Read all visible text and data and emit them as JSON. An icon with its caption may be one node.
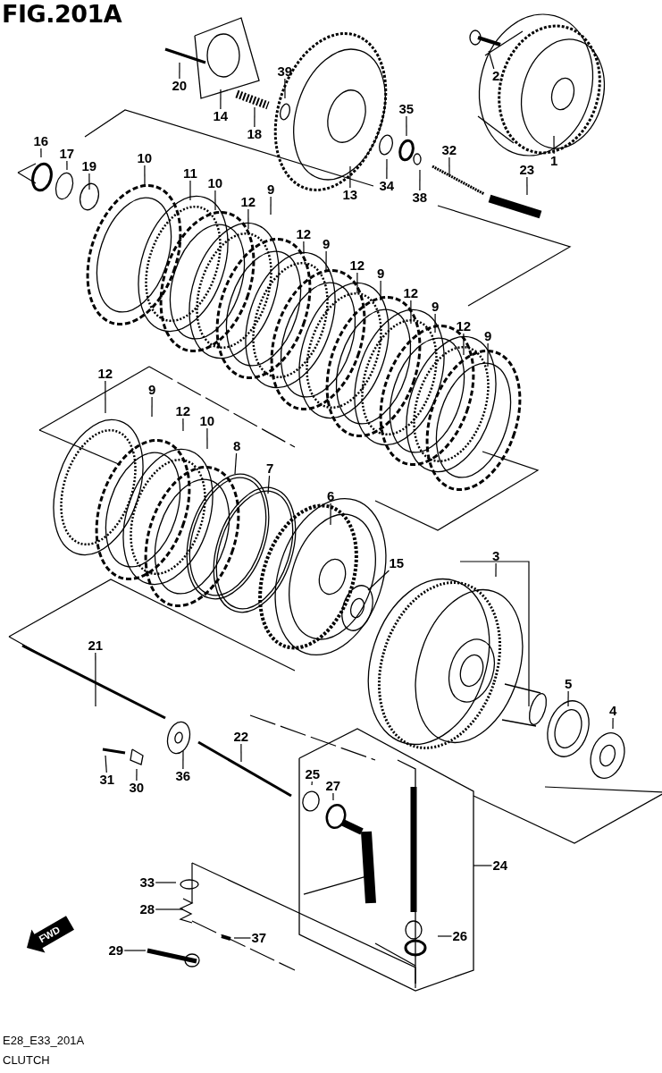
{
  "diagram": {
    "title": "FIG.201A",
    "caption": "CLUTCH",
    "nodes": [
      {
        "text": [
          "2"
        ]
      },
      {
        "text": [
          "39"
        ]
      },
      {
        "text": [
          "20"
        ]
      },
      {
        "text": [
          "35"
        ]
      },
      {
        "text": [
          "14"
        ]
      },
      {
        "text": [
          "18"
        ]
      },
      {
        "text": [
          "16"
        ]
      },
      {
        "text": [
          "32"
        ]
      },
      {
        "text": [
          "17"
        ]
      },
      {
        "text": [
          "10"
        ]
      },
      {
        "text": [
          "1"
        ]
      },
      {
        "text": [
          "19"
        ]
      },
      {
        "text": [
          "23"
        ]
      },
      {
        "text": [
          "11"
        ]
      },
      {
        "text": [
          "10"
        ]
      },
      {
        "text": [
          "34"
        ]
      },
      {
        "text": [
          "9"
        ]
      },
      {
        "text": [
          "13"
        ]
      },
      {
        "text": [
          "38"
        ]
      },
      {
        "text": [
          "12"
        ]
      },
      {
        "text": [
          "12"
        ]
      },
      {
        "text": [
          "9"
        ]
      },
      {
        "text": [
          "12"
        ]
      },
      {
        "text": [
          "9"
        ]
      },
      {
        "text": [
          "12"
        ]
      },
      {
        "text": [
          "9"
        ]
      },
      {
        "text": [
          "12"
        ]
      },
      {
        "text": [
          "9"
        ]
      },
      {
        "text": [
          "12"
        ]
      },
      {
        "text": [
          "9"
        ]
      },
      {
        "text": [
          "12"
        ]
      },
      {
        "text": [
          "10"
        ]
      },
      {
        "text": [
          "8"
        ]
      },
      {
        "text": [
          "7"
        ]
      },
      {
        "text": [
          "6"
        ]
      },
      {
        "text": [
          "3"
        ]
      },
      {
        "text": [
          "15"
        ]
      },
      {
        "text": [
          "21"
        ]
      },
      {
        "text": [
          "5"
        ]
      },
      {
        "text": [
          "4"
        ]
      },
      {
        "text": [
          "22"
        ]
      },
      {
        "text": [
          "25"
        ]
      },
      {
        "text": [
          "36"
        ]
      },
      {
        "text": [
          "31"
        ]
      },
      {
        "text": [
          "27"
        ]
      },
      {
        "text": [
          "30"
        ]
      },
      {
        "text": [
          "24"
        ]
      },
      {
        "text": [
          "33"
        ]
      },
      {
        "text": [
          "28"
        ]
      },
      {
        "text": [
          "26"
        ]
      },
      {
        "text": [
          "37"
        ]
      },
      {
        "text": [
          "29"
        ]
      }
    ],
    "edges": [
      {
        "from": 0,
        "to": null,
        "arrow": "none"
      },
      {
        "from": 1,
        "to": null,
        "arrow": "none"
      },
      {
        "from": 2,
        "to": null,
        "arrow": "none"
      },
      {
        "from": 3,
        "to": null,
        "arrow": "none"
      },
      {
        "from": 4,
        "to": null,
        "arrow": "none"
      },
      {
        "from": 5,
        "to": null,
        "arrow": "none"
      },
      {
        "from": 6,
        "to": null,
        "arrow": "none"
      },
      {
        "from": 7,
        "to": null,
        "arrow": "none"
      },
      {
        "from": 8,
        "to": null,
        "arrow": "none"
      },
      {
        "from": 9,
        "to": null,
        "arrow": "none"
      },
      {
        "from": 10,
        "to": null,
        "arrow": "none"
      },
      {
        "from": 11,
        "to": null,
        "arrow": "none"
      },
      {
        "from": 12,
        "to": null,
        "arrow": "none"
      },
      {
        "from": 13,
        "to": null,
        "arrow": "none"
      },
      {
        "from": 14,
        "to": null,
        "arrow": "none"
      },
      {
        "from": 15,
        "to": null,
        "arrow": "none"
      },
      {
        "from": 16,
        "to": null,
        "arrow": "none"
      },
      {
        "from": 17,
        "to": null,
        "arrow": "none"
      },
      {
        "from": 18,
        "to": null,
        "arrow": "none"
      },
      {
        "from": 19,
        "to": null,
        "arrow": "none"
      },
      {
        "from": 20,
        "to": null,
        "arrow": "none"
      },
      {
        "from": 21,
        "to": null,
        "arrow": "none"
      },
      {
        "from": 22,
        "to": null,
        "arrow": "none"
      },
      {
        "from": 23,
        "to": null,
        "arrow": "none"
      },
      {
        "from": 24,
        "to": null,
        "arrow": "none"
      },
      {
        "from": 25,
        "to": null,
        "arrow": "none"
      },
      {
        "from": 26,
        "to": null,
        "arrow": "none"
      },
      {
        "from": 27,
        "to": null,
        "arrow": "none"
      },
      {
        "from": 28,
        "to": null,
        "arrow": "none"
      },
      {
        "from": 29,
        "to": null,
        "arrow": "none"
      },
      {
        "from": 30,
        "to": null,
        "arrow": "none"
      },
      {
        "from": 31,
        "to": null,
        "arrow": "none"
      },
      {
        "from": 32,
        "to": null,
        "arrow": "none"
      },
      {
        "from": 33,
        "to": null,
        "arrow": "none"
      },
      {
        "from": 34,
        "to": null,
        "arrow": "none"
      },
      {
        "from": 35,
        "to": null,
        "arrow": "none"
      },
      {
        "from": 36,
        "to": null,
        "arrow": "none"
      },
      {
        "from": 37,
        "to": null,
        "arrow": "none"
      },
      {
        "from": 38,
        "to": null,
        "arrow": "none"
      },
      {
        "from": 39,
        "to": null,
        "arrow": "none"
      },
      {
        "from": 40,
        "to": null,
        "arrow": "none"
      },
      {
        "from": 41,
        "to": null,
        "arrow": "none"
      },
      {
        "from": 42,
        "to": null,
        "arrow": "none"
      },
      {
        "from": 43,
        "to": null,
        "arrow": "none"
      },
      {
        "from": 44,
        "to": null,
        "arrow": "none"
      },
      {
        "from": 45,
        "to": null,
        "arrow": "none"
      },
      {
        "from": 46,
        "to": null,
        "arrow": "none"
      },
      {
        "from": 47,
        "to": null,
        "arrow": "none"
      },
      {
        "from": 48,
        "to": null,
        "arrow": "none"
      },
      {
        "from": 49,
        "to": null,
        "arrow": "none"
      },
      {
        "from": 50,
        "to": null,
        "arrow": "none"
      },
      {
        "from": 51,
        "to": null,
        "arrow": "none"
      }
    ],
    "labels": [
      "FWD",
      "E28_E33_201A"
    ]
  }
}
